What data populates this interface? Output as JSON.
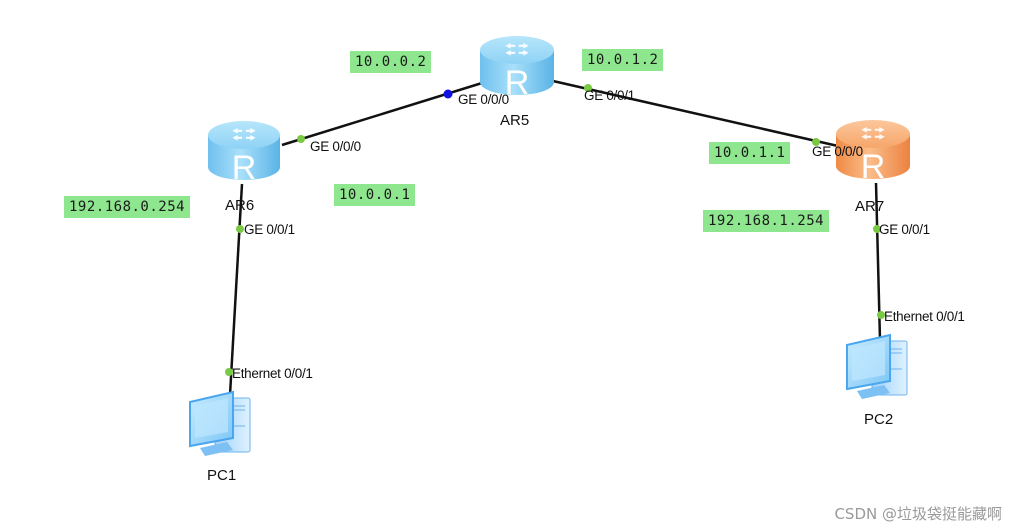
{
  "devices": {
    "ar5": {
      "name": "AR5",
      "type": "router",
      "color": "#7cc8f0"
    },
    "ar6": {
      "name": "AR6",
      "type": "router",
      "color": "#7cc8f0"
    },
    "ar7": {
      "name": "AR7",
      "type": "router",
      "color": "#f39a55"
    },
    "pc1": {
      "name": "PC1",
      "type": "pc"
    },
    "pc2": {
      "name": "PC2",
      "type": "pc"
    }
  },
  "ports": {
    "ar5_ge000": "GE 0/0/0",
    "ar5_ge001": "GE 0/0/1",
    "ar6_ge000": "GE 0/0/0",
    "ar6_ge001": "GE 0/0/1",
    "ar7_ge000": "GE 0/0/0",
    "ar7_ge001": "GE 0/0/1",
    "pc1_eth": "Ethernet 0/0/1",
    "pc2_eth": "Ethernet 0/0/1"
  },
  "ip_labels": {
    "ar5_ge000": "10.0.0.2",
    "ar5_ge001": "10.0.1.2",
    "ar6_ge000": "10.0.0.1",
    "ar6_ge001": "192.168.0.254",
    "ar7_ge000": "10.0.1.1",
    "ar7_ge001": "192.168.1.254"
  },
  "links": [
    {
      "from": "AR6",
      "from_port": "GE 0/0/0",
      "to": "AR5",
      "to_port": "GE 0/0/0"
    },
    {
      "from": "AR5",
      "from_port": "GE 0/0/1",
      "to": "AR7",
      "to_port": "GE 0/0/0"
    },
    {
      "from": "AR6",
      "from_port": "GE 0/0/1",
      "to": "PC1",
      "to_port": "Ethernet 0/0/1"
    },
    {
      "from": "AR7",
      "from_port": "GE 0/0/1",
      "to": "PC2",
      "to_port": "Ethernet 0/0/1"
    }
  ],
  "colors": {
    "ip_label_bg": "#8ee68e",
    "port_up": "#7ac943",
    "port_selected": "#1010e0",
    "link": "#111111"
  },
  "watermark": "CSDN @垃圾袋挺能藏啊"
}
